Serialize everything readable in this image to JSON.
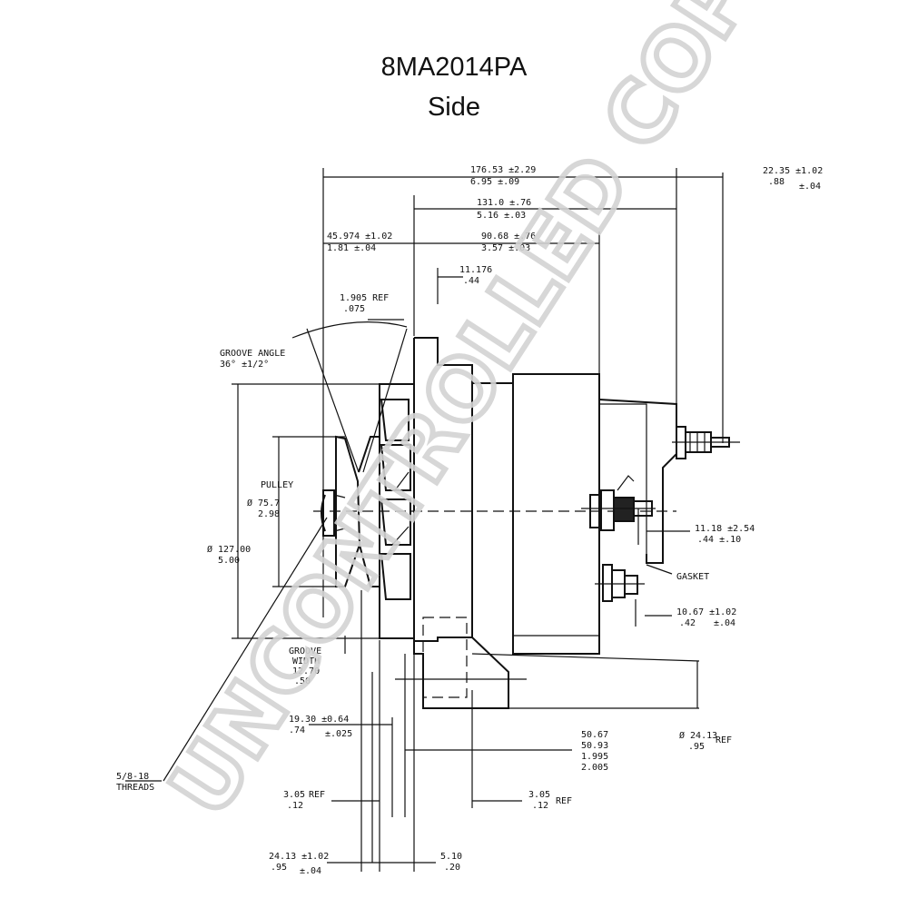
{
  "title": "8MA2014PA",
  "subtitle": "Side",
  "watermark": "UNCONTROLLED COPY",
  "labels": {
    "groove_angle": "GROOVE ANGLE",
    "groove_angle_val": "36° ±1/2°",
    "pulley": "PULLEY",
    "groove_width_1": "GROOVE",
    "groove_width_2": "WIDTH",
    "groove_width_3": "12.70",
    "groove_width_4": ".50",
    "gasket": "GASKET",
    "threads_1": "5/8-18",
    "threads_2": "THREADS"
  },
  "dims": {
    "d_176_a": "176.53 ±2.29",
    "d_176_b": "6.95 ±.09",
    "d_22_a": "22.35 ±1.02",
    "d_22_b": ".88",
    "d_22_c": "±.04",
    "d_131_a": "131.0 ±.76",
    "d_131_b": "5.16 ±.03",
    "d_45_a": "45.974 ±1.02",
    "d_45_b": "1.81 ±.04",
    "d_90_a": "90.68 ±.76",
    "d_90_b": "3.57 ±.03",
    "d_11_a": "11.176",
    "d_11_b": ".44",
    "d_1905_a": "1.905 REF",
    "d_1905_b": ".075",
    "d_pulley_a": "Ø 75.7",
    "d_pulley_b": "2.98",
    "d_127_a": "Ø 127.00",
    "d_127_b": "5.00",
    "d_1118_a": "11.18 ±2.54",
    "d_1118_b": ".44 ±.10",
    "d_1067_a": "10.67 ±1.02",
    "d_1067_b": ".42",
    "d_1067_c": "±.04",
    "d_635_a": "19.30 ±0.64",
    "d_635_b": ".74",
    "d_635_c": "±.025",
    "d_5067_a": "50.67",
    "d_5067_b": "50.93",
    "d_5067_c": "1.995",
    "d_5067_d": "2.005",
    "d_2413r_a": "Ø 24.13",
    "d_2413r_b": ".95",
    "d_2413r_c": "REF",
    "d_305l_a": "3.05",
    "d_305l_b": ".12",
    "d_305l_c": "REF",
    "d_305r_a": "3.05",
    "d_305r_b": ".12",
    "d_305r_c": "REF",
    "d_2413b_a": "24.13 ±1.02",
    "d_2413b_b": ".95",
    "d_2413b_c": "±.04",
    "d_510_a": "5.10",
    "d_510_b": ".20"
  }
}
